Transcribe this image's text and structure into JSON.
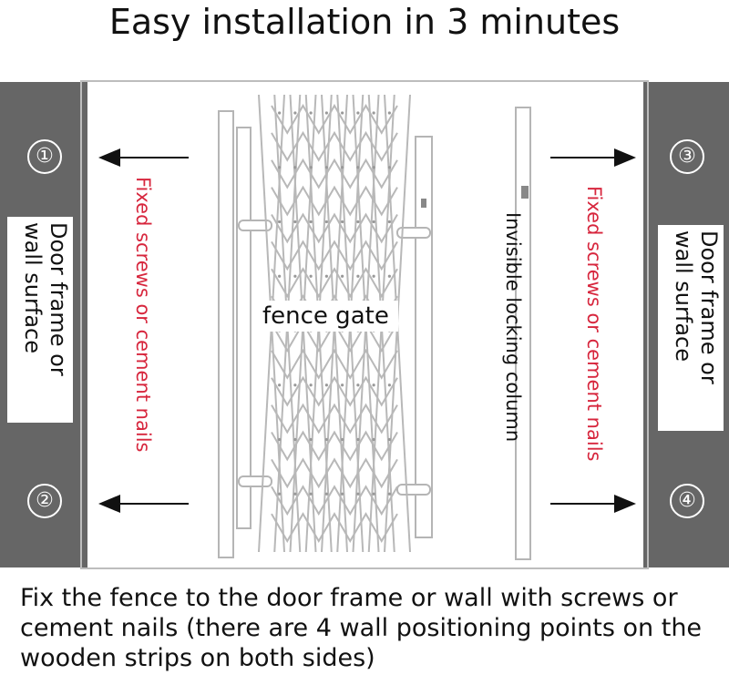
{
  "title": "Easy installation in 3 minutes",
  "left_panel": {
    "number_top": "①",
    "number_bottom": "②",
    "label": "Door frame or\nwall surface"
  },
  "right_panel": {
    "number_top": "③",
    "number_bottom": "④",
    "label": "Door frame or\nwall surface"
  },
  "annotations": {
    "left_red": "Fixed screws or cement nails",
    "right_red": "Fixed screws or cement nails",
    "locking_column": "Invisible locking column",
    "fence_gate": "fence gate"
  },
  "footer": "Fix the fence to the door frame or wall with screws or cement nails (there are 4 wall positioning points on the wooden strips on both sides)",
  "colors": {
    "panel": "#666666",
    "accent_red": "#d7263d",
    "line": "#bdbdbd"
  }
}
